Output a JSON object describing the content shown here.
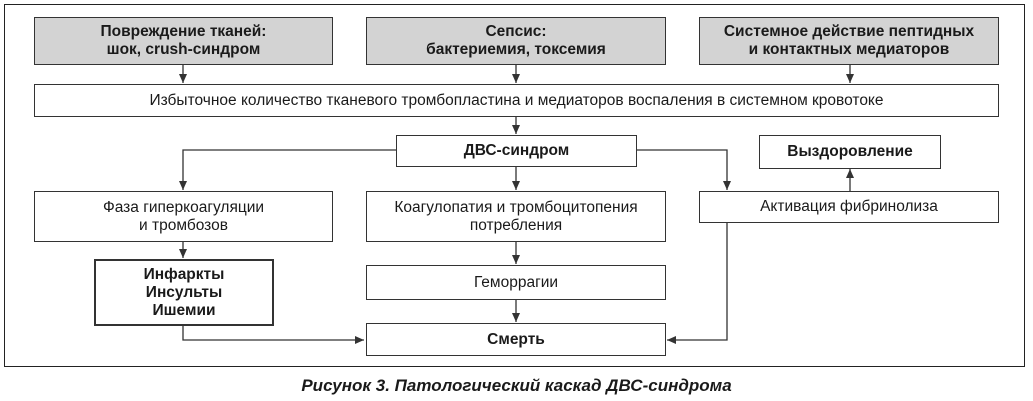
{
  "boxes": {
    "tissue_damage": "Повреждение тканей:\nшок, crush-синдром",
    "sepsis": "Сепсис:\nбактериемия, токсемия",
    "systemic_action": "Системное действие пептидных\nи контактных медиаторов",
    "excess": "Избыточное количество тканевого тромбопластина и медиаторов воспаления в системном кровотоке",
    "dic": "ДВС-синдром",
    "recovery": "Выздоровление",
    "hypercoag": "Фаза гиперкоагуляции\nи тромбозов",
    "coagulopathy": "Коагулопатия и тромбоцитопения\nпотребления",
    "fibrinolysis": "Активация фибринолиза",
    "infarcts": "Инфаркты\nИнсульты\nИшемии",
    "hemorrhages": "Геморрагии",
    "death": "Смерть"
  },
  "caption": "Рисунок 3.  Патологический каскад ДВС-синдрома"
}
